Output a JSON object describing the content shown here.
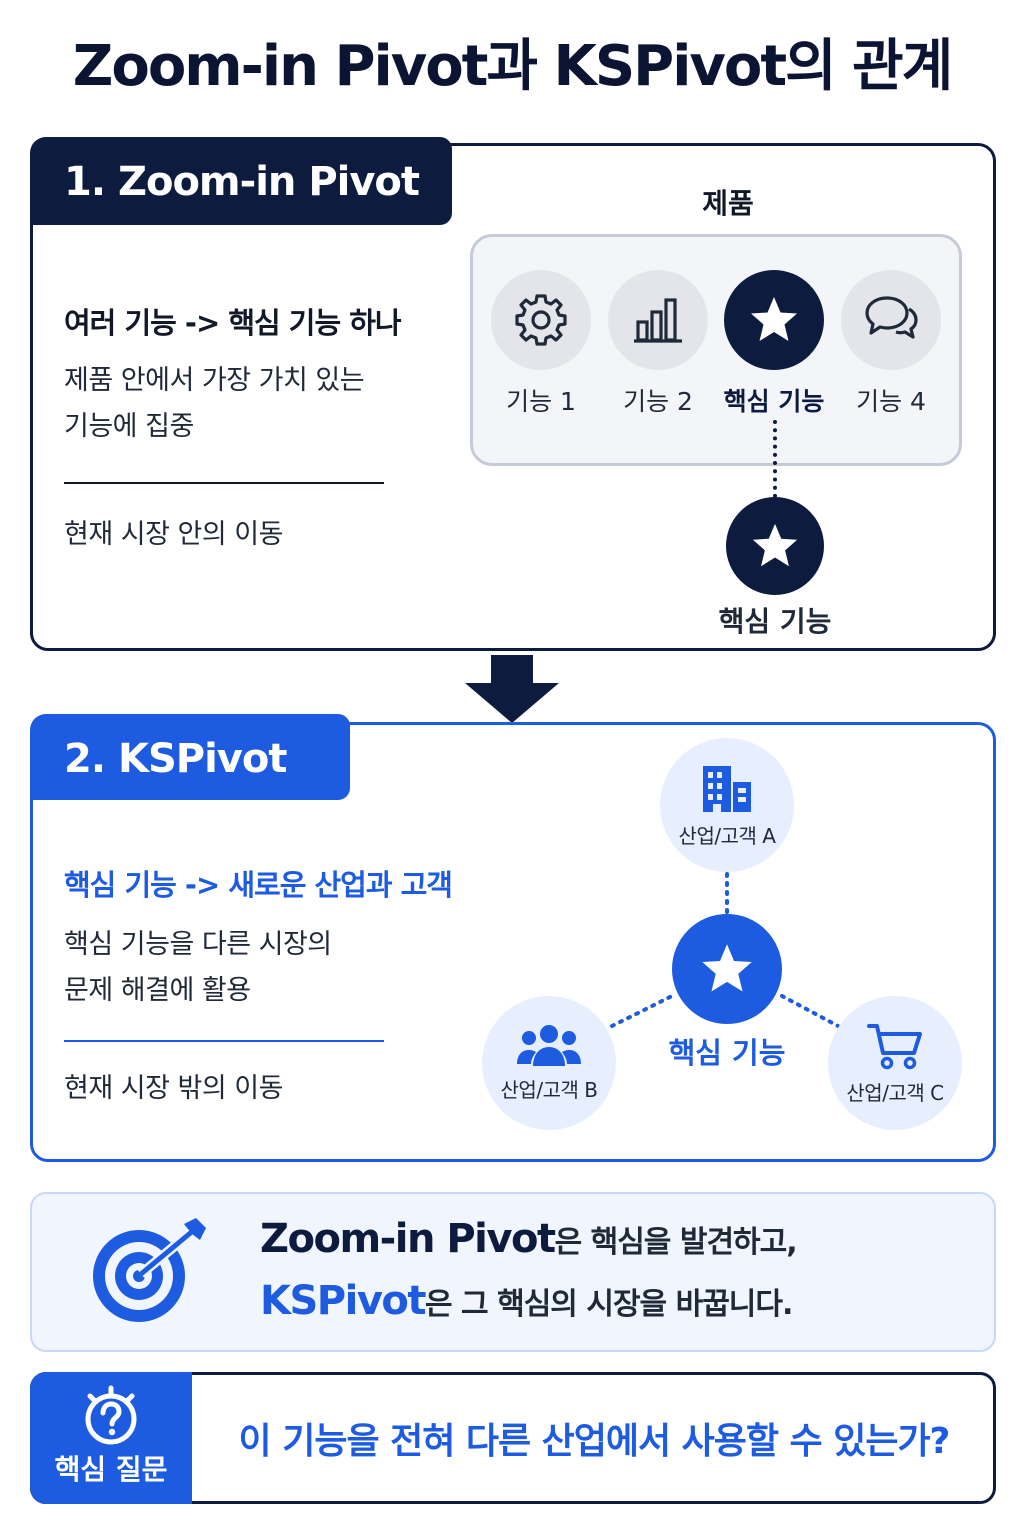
{
  "title": "Zoom-in Pivot과 KSPivot의 관계",
  "section1": {
    "tab": "1. Zoom-in Pivot",
    "lead": "여러 기능 -> 핵심 기능 하나",
    "desc_line1": "제품 안에서 가장 가치 있는",
    "desc_line2": "기능에 집중",
    "movement": "현재 시장 안의 이동",
    "product_label": "제품",
    "features": [
      {
        "label": "기능 1",
        "icon": "gear-icon"
      },
      {
        "label": "기능 2",
        "icon": "bar-chart-icon"
      },
      {
        "label": "핵심 기능",
        "icon": "star-icon"
      },
      {
        "label": "기능 4",
        "icon": "chat-bubbles-icon"
      }
    ],
    "extracted_label": "핵심 기능"
  },
  "section2": {
    "tab": "2. KSPivot",
    "lead": "핵심 기능 -> 새로운 산업과 고객",
    "desc_line1": "핵심 기능을 다른 시장의",
    "desc_line2": "문제 해결에 활용",
    "movement": "현재 시장 밖의 이동",
    "hub_label": "핵심 기능",
    "industries": [
      {
        "label": "산업/고객 A",
        "icon": "building-icon"
      },
      {
        "label": "산업/고객 B",
        "icon": "people-icon"
      },
      {
        "label": "산업/고객 C",
        "icon": "cart-icon"
      }
    ]
  },
  "summary": {
    "line1_strong": "Zoom-in Pivot",
    "line1_rest": "은 핵심을 발견하고,",
    "line2_strong": "KSPivot",
    "line2_rest": "은 그 핵심의 시장을 바꿉니다."
  },
  "question": {
    "badge": "핵심 질문",
    "text": "이 기능을 전혀 다른 산업에서 사용할 수 있는가?"
  },
  "colors": {
    "navy": "#0d1b3e",
    "blue": "#1d5be0",
    "light_blue": "#e7efff",
    "gray_circle": "#e3e5ea"
  }
}
